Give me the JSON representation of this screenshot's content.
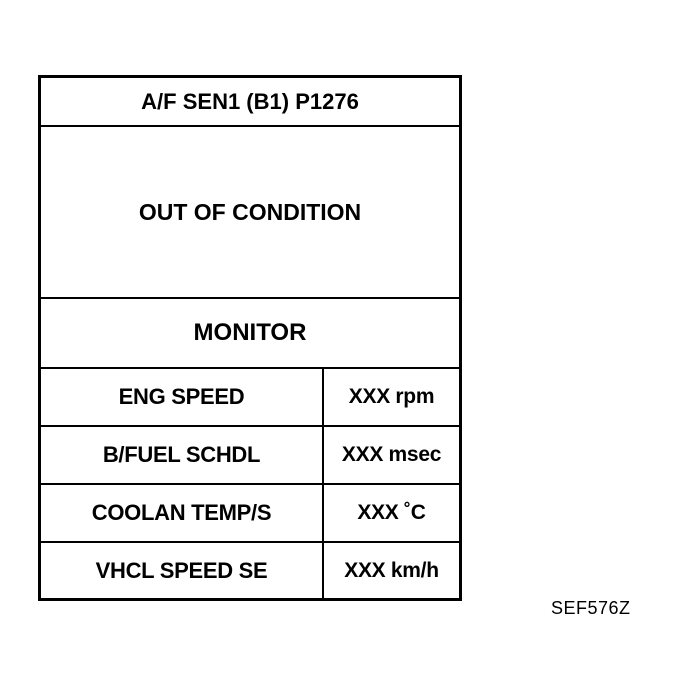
{
  "screen": {
    "title": "A/F SEN1 (B1) P1276",
    "status": "OUT OF CONDITION",
    "monitor_label": "MONITOR",
    "rows": [
      {
        "label": "ENG SPEED",
        "value": "XXX rpm"
      },
      {
        "label": "B/FUEL SCHDL",
        "value": "XXX msec"
      },
      {
        "label": "COOLAN TEMP/S",
        "value": "XXX ˚C"
      },
      {
        "label": "VHCL SPEED SE",
        "value": "XXX km/h"
      }
    ]
  },
  "figure_code": "SEF576Z"
}
